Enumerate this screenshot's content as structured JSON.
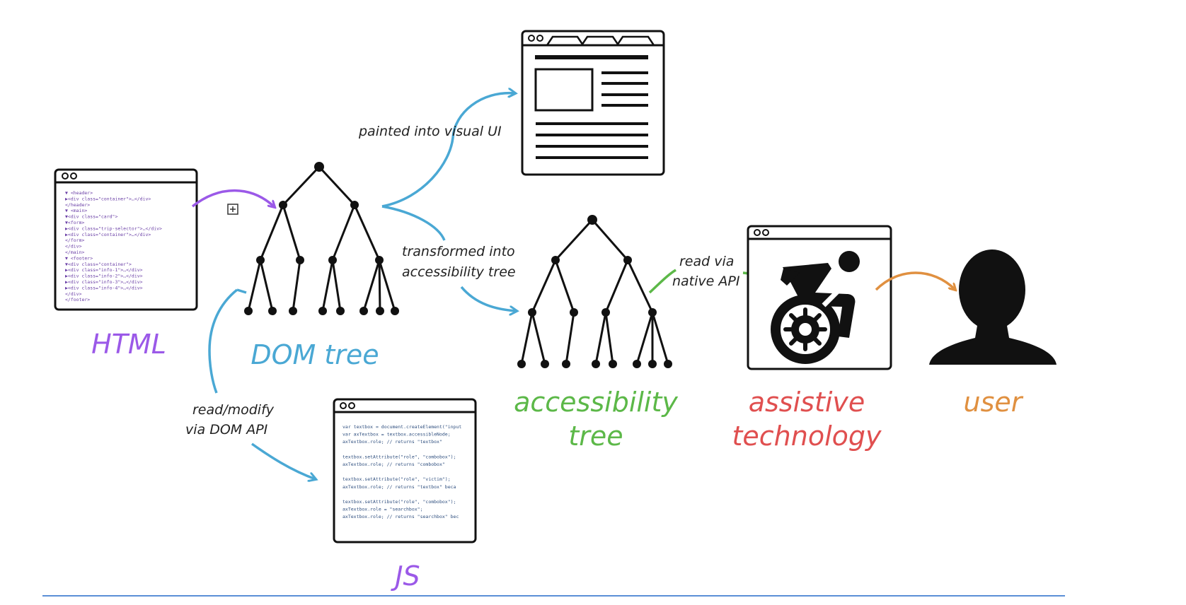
{
  "colors": {
    "purple": "#9b59e8",
    "blue": "#4aa8d4",
    "green": "#5cb848",
    "red": "#e04f4f",
    "orange": "#e09040",
    "ink": "#111111",
    "rule": "#5b8fd6"
  },
  "labels": {
    "html": "HTML",
    "dom_tree": "DOM tree",
    "js": "JS",
    "accessibility_tree_line1": "accessibility",
    "accessibility_tree_line2": "tree",
    "assistive_line1": "assistive",
    "assistive_line2": "technology",
    "user": "user"
  },
  "edges": {
    "painted": "painted into visual UI",
    "transformed_line1": "transformed into",
    "transformed_line2": "accessibility tree",
    "read_native_line1": "read via",
    "read_native_line2": "native API",
    "read_modify_line1": "read/modify",
    "read_modify_line2": "via DOM API"
  },
  "html_code": [
    "▼ <header>",
    "  ▶<div class=\"container\">…</div>",
    "  </header>",
    "▼ <main>",
    "  ▼<div class=\"card\">",
    "    ▼<form>",
    "      ▶<div class=\"trip-selector\">…</div>",
    "      ▶<div class=\"container\">…</div>",
    "      </form>",
    "    </div>",
    "  </main>",
    "▼ <footer>",
    "  ▼<div class=\"container\">",
    "    ▶<div class=\"info-1\">…</div>",
    "    ▶<div class=\"info-2\">…</div>",
    "    ▶<div class=\"info-3\">…</div>",
    "    ▶<div class=\"info-4\">…</div>",
    "    </div>",
    "  </footer>"
  ],
  "js_code": [
    "var textbox = document.createElement(\"input",
    "var axTextbox = textbox.accessibleNode;",
    "axTextbox.role;  // returns \"textbox\"",
    "",
    "textbox.setAttribute(\"role\", \"combobox\");",
    "axTextbox.role;  // returns \"combobox\"",
    "",
    "textbox.setAttribute(\"role\", \"victim\");",
    "axTextbox.role;  // returns \"textbox\" beca",
    "",
    "textbox.setAttribute(\"role\", \"combobox\");",
    "axTextbox.role = \"searchbox\";",
    "axTextbox.role;  // returns \"searchbox\" bec"
  ],
  "icons": {
    "html_window": "browser-window-icon",
    "visual_ui": "webpage-layout-icon",
    "js_window": "code-window-icon",
    "assistive": "accessibility-wheelchair-icon",
    "user": "person-silhouette-icon",
    "expand": "plus-box-icon"
  }
}
